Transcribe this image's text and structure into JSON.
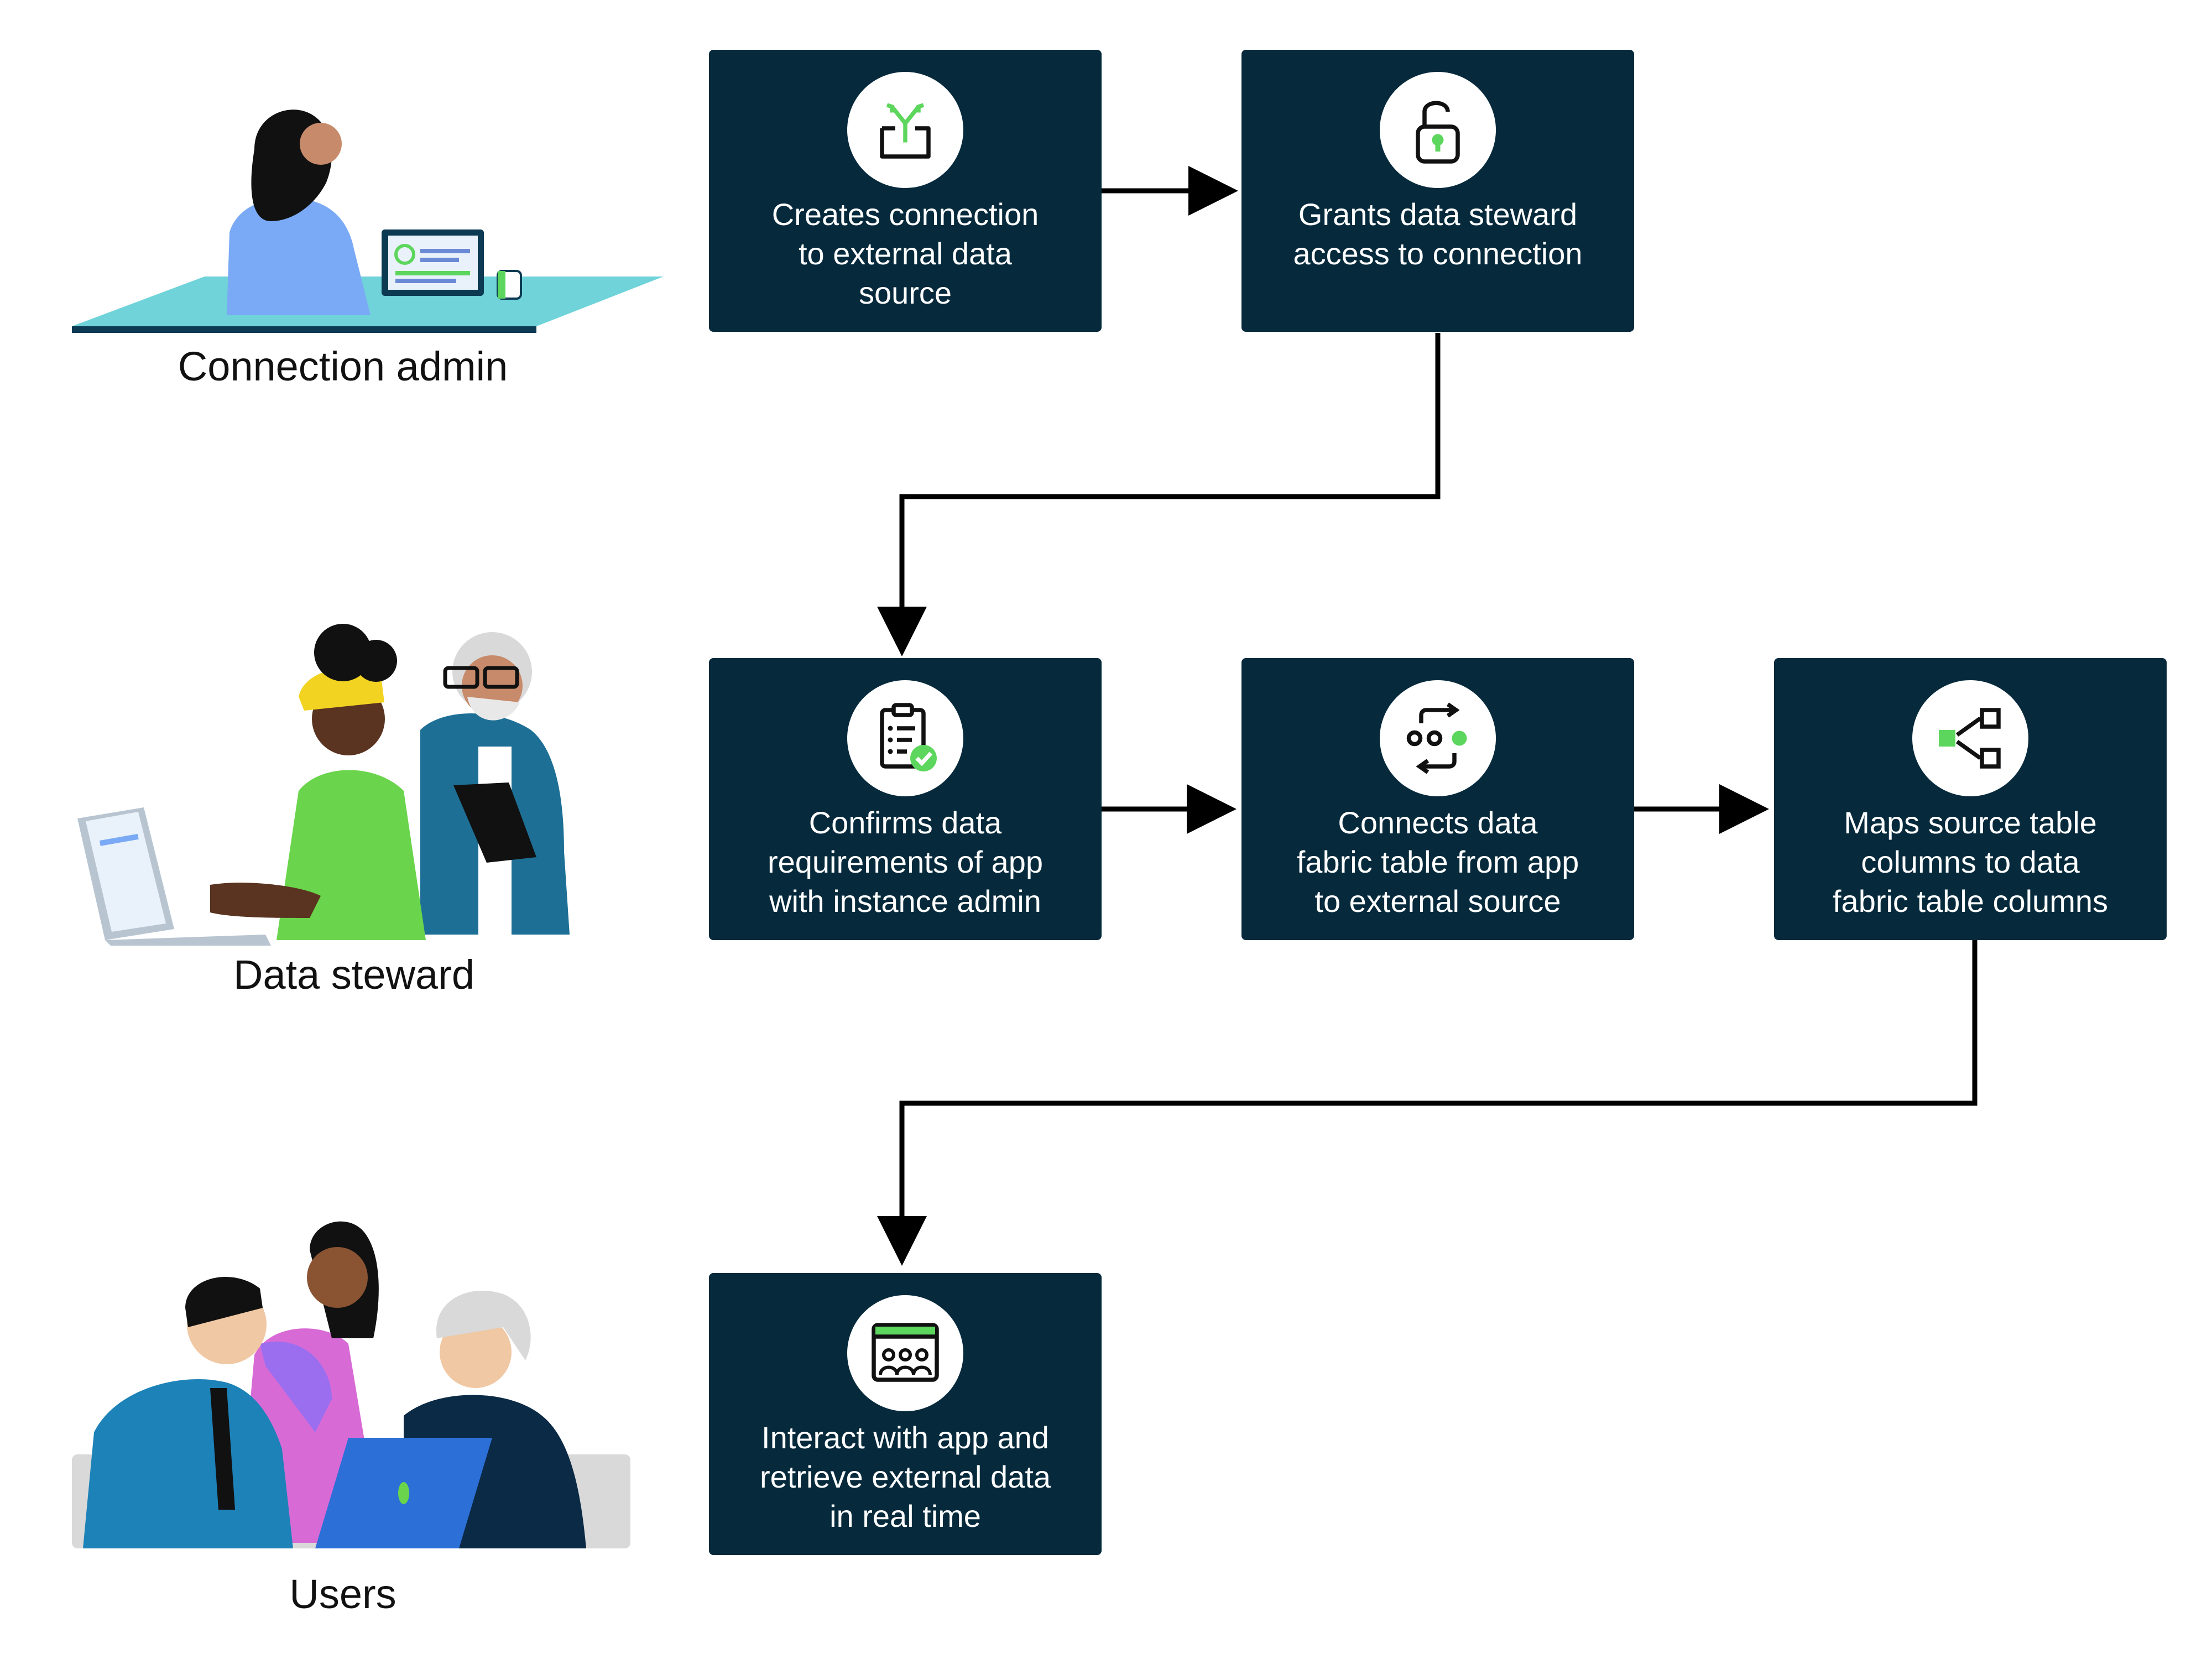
{
  "personas": {
    "connection_admin": "Connection admin",
    "data_steward": "Data steward",
    "users": "Users"
  },
  "steps": {
    "create_connection": "Creates connection\nto external data\nsource",
    "grant_access": "Grants data steward\naccess to connection",
    "confirm_requirements": "Confirms data\nrequirements of app\nwith instance admin",
    "connect_table": "Connects data\nfabric table from app\nto external source",
    "map_columns": "Maps source table\ncolumns to data\nfabric table columns",
    "interact_app": "Interact with app and\nretrieve external data\nin real time"
  },
  "colors": {
    "box_fill": "#062a3c",
    "accent_green": "#5cd65c",
    "arrow": "#000000"
  }
}
